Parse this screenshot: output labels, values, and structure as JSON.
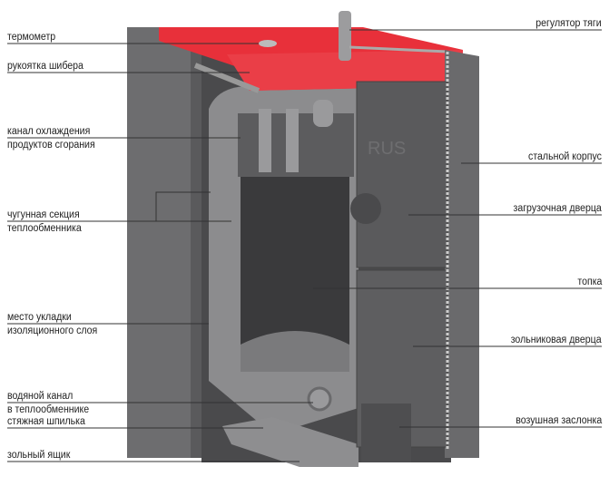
{
  "labels_left": {
    "thermometer": "термометр",
    "damper_handle": "рукоятка шибера",
    "cooling_channel_1": "канал охлаждения",
    "cooling_channel_2": "продуктов сгорания",
    "cast_section_1": "чугунная секция",
    "cast_section_2": "теплообменника",
    "insulation_1": "место укладки",
    "insulation_2": "изоляционного слоя",
    "water_channel_1": "водяной канал",
    "water_channel_2": "в теплообменнике",
    "tie_rod": "стяжная шпилька",
    "ash_box": "зольный ящик"
  },
  "labels_right": {
    "draft_regulator": "регулятор тяги",
    "steel_casing": "стальной корпус",
    "loading_door": "загрузочная дверца",
    "firebox": "топка",
    "ash_door": "зольниковая дверца",
    "air_damper": "возушная заслонка"
  },
  "door_logo": "RUS",
  "colors": {
    "top": "#e8303a",
    "casing": "#6e6e70",
    "inner": "#8a8a8c",
    "door": "#58585a"
  }
}
